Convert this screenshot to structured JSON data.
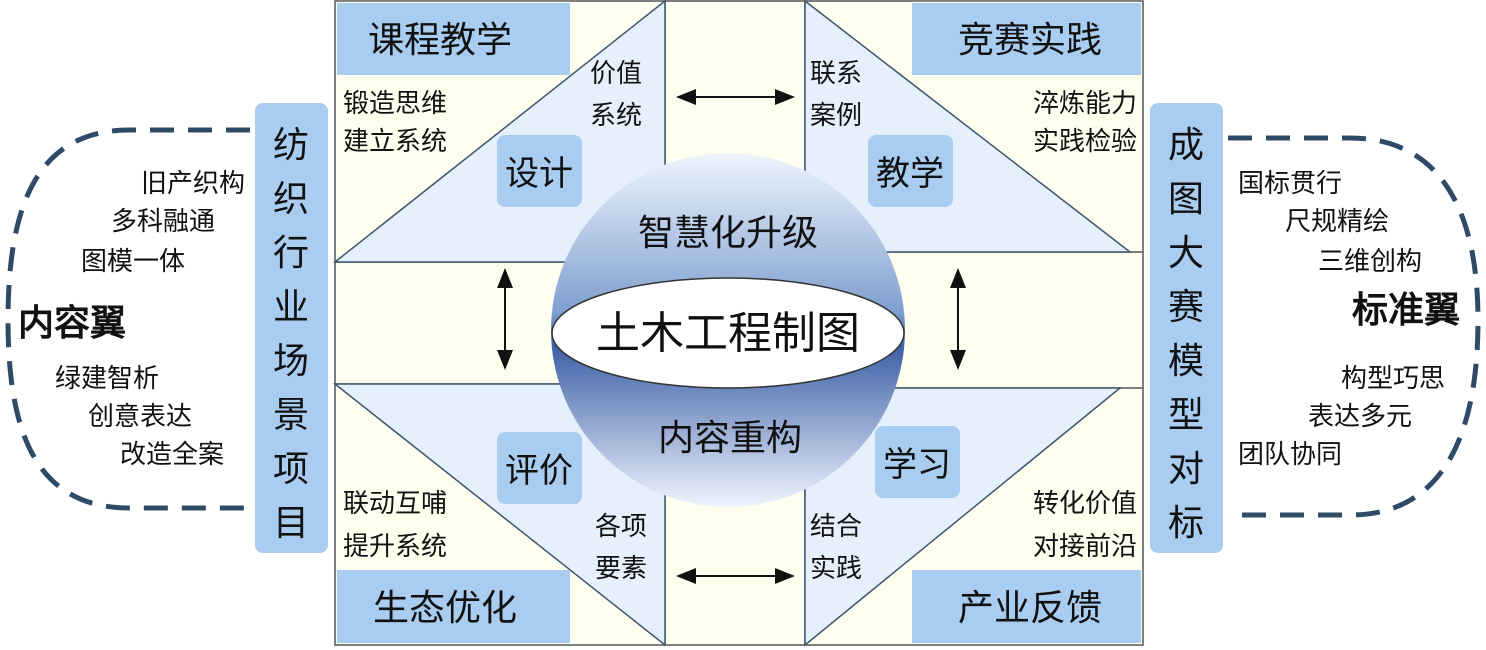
{
  "center": {
    "title": "土木工程制图",
    "top": "智慧化升级",
    "bottom": "内容重构"
  },
  "corners": {
    "top_left": {
      "label": "课程教学",
      "text": [
        "锻造思维",
        "建立系统"
      ],
      "tag": "设计",
      "inner": [
        "价值",
        "系统"
      ]
    },
    "top_right": {
      "label": "竞赛实践",
      "text": [
        "淬炼能力",
        "实践检验"
      ],
      "tag": "教学",
      "inner": [
        "联系",
        "案例"
      ]
    },
    "bottom_left": {
      "label": "生态优化",
      "text": [
        "联动互哺",
        "提升系统"
      ],
      "tag": "评价",
      "inner": [
        "各项",
        "要素"
      ]
    },
    "bottom_right": {
      "label": "产业反馈",
      "text": [
        "转化价值",
        "对接前沿"
      ],
      "tag": "学习",
      "inner": [
        "结合",
        "实践"
      ]
    }
  },
  "left_pillar": [
    "纺",
    "织",
    "行",
    "业",
    "场",
    "景",
    "项",
    "目"
  ],
  "right_pillar": [
    "成",
    "图",
    "大",
    "赛",
    "模",
    "型",
    "对",
    "标"
  ],
  "left_wing": {
    "title": "内容翼",
    "items_top": [
      "旧产织构",
      "多科融通",
      "图模一体"
    ],
    "items_bottom": [
      "绿建智析",
      "创意表达",
      "改造全案"
    ]
  },
  "right_wing": {
    "title": "标准翼",
    "items_top": [
      "国标贯行",
      "尺规精绘",
      "三维创构"
    ],
    "items_bottom": [
      "构型巧思",
      "表达多元",
      "团队协同"
    ]
  },
  "colors": {
    "cream": "#fffff0",
    "light_blue": "#e6f0fc",
    "tag_blue": "#a9cdf0",
    "dash": "#2f4a66"
  }
}
